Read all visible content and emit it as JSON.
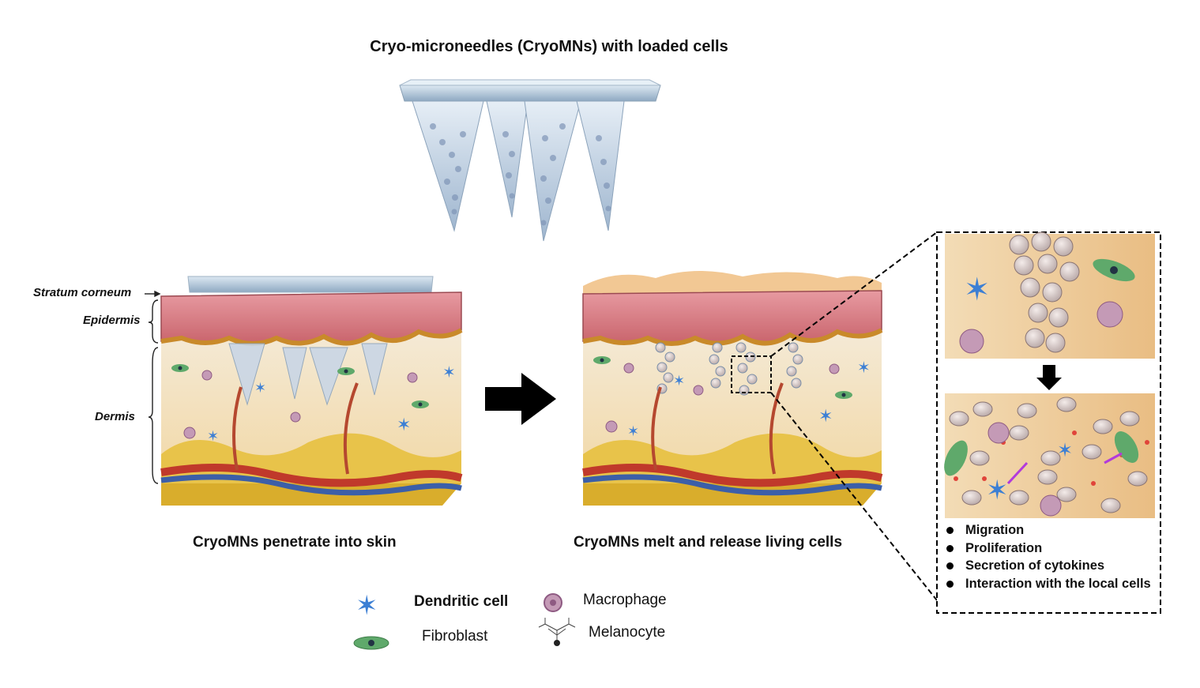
{
  "title": "Cryo-microneedles (CryoMNs) with loaded cells",
  "layers": {
    "stratum_corneum": "Stratum corneum",
    "epidermis": "Epidermis",
    "dermis": "Dermis"
  },
  "captions": {
    "left": "CryoMNs penetrate into skin",
    "right": "CryoMNs melt and release living cells"
  },
  "legend": {
    "dendritic_cell": "Dendritic cell",
    "macrophage": "Macrophage",
    "fibroblast": "Fibroblast",
    "melanocyte": "Melanocyte"
  },
  "outcomes": [
    "Migration",
    "Proliferation",
    "Secretion of cytokines",
    "Interaction with the local cells"
  ],
  "colors": {
    "epidermis": "#d9838c",
    "dermis": "#f3e3c9",
    "subcutis": "#e8c34a",
    "ice": "#b9cfe0",
    "artery": "#c0392b",
    "vein": "#3c5fa8",
    "fibroblast": "#5fa96b",
    "dendritic": "#3c7fd4",
    "macrophage": "#a0709a"
  }
}
